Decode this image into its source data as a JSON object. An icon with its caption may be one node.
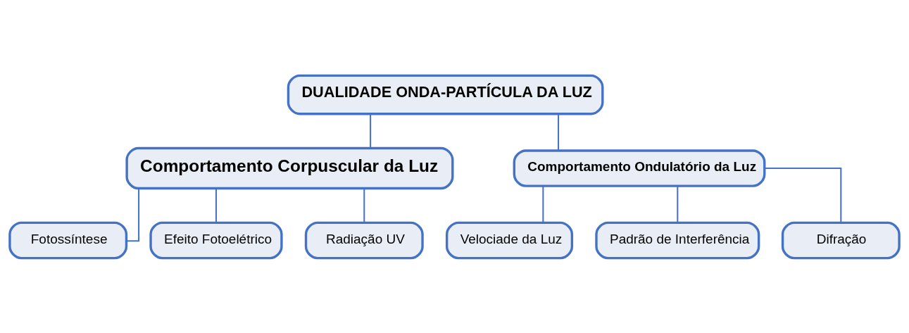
{
  "diagram": {
    "nodes": [
      {
        "text": [
          "DUALIDADE ONDA-PARTÍCULA DA LUZ"
        ]
      },
      {
        "text": [
          "Comportamento Corpuscular da Luz"
        ]
      },
      {
        "text": [
          "Comportamento Ondulatório da Luz"
        ]
      },
      {
        "text": [
          "Fotossíntese"
        ]
      },
      {
        "text": [
          "Efeito Fotoelétrico"
        ]
      },
      {
        "text": [
          "Radiação UV"
        ]
      },
      {
        "text": [
          "Velociade da Luz"
        ]
      },
      {
        "text": [
          "Padrão de Interferência"
        ]
      },
      {
        "text": [
          "Difração"
        ]
      }
    ],
    "edges": [
      {
        "from": 0,
        "to": 1,
        "arrow": "none"
      },
      {
        "from": 0,
        "to": 2,
        "arrow": "none"
      },
      {
        "from": 1,
        "to": 3,
        "arrow": "none"
      },
      {
        "from": 1,
        "to": 4,
        "arrow": "none"
      },
      {
        "from": 1,
        "to": 5,
        "arrow": "none"
      },
      {
        "from": 2,
        "to": 6,
        "arrow": "none"
      },
      {
        "from": 2,
        "to": 7,
        "arrow": "none"
      },
      {
        "from": 2,
        "to": 8,
        "arrow": "none"
      }
    ]
  }
}
